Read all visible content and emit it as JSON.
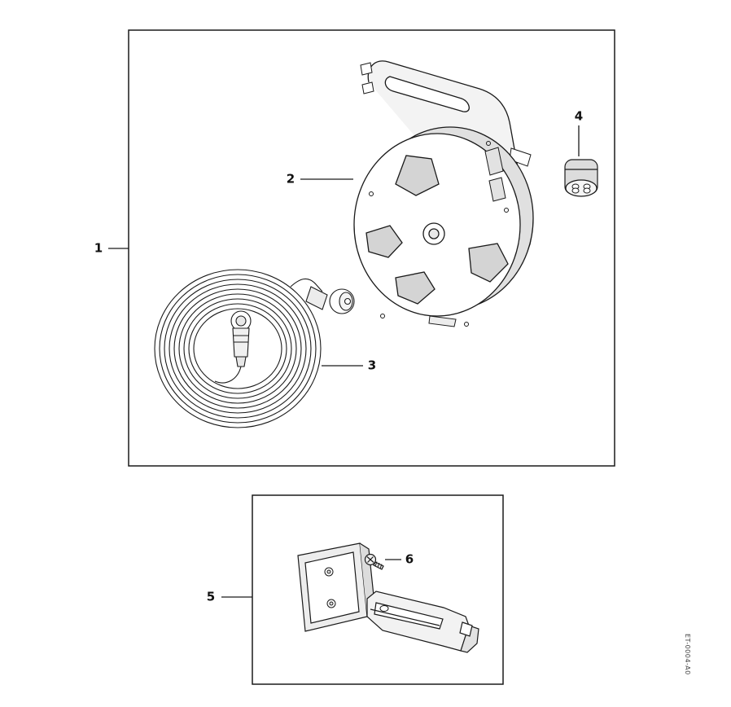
{
  "colors": {
    "background": "#ffffff",
    "line": "#1a1a1a",
    "shade_light": "#ededed",
    "shade_mid": "#d4d4d4"
  },
  "diagram": {
    "doc_code": "ET-0004-A0",
    "callouts": [
      {
        "label": "1",
        "part": "hose-reel-assembly-box"
      },
      {
        "label": "2",
        "part": "reel-disc"
      },
      {
        "label": "3",
        "part": "hose-coil-with-nozzle"
      },
      {
        "label": "4",
        "part": "coupling-adapter"
      },
      {
        "label": "5",
        "part": "wall-bracket"
      },
      {
        "label": "6",
        "part": "screw"
      }
    ]
  }
}
